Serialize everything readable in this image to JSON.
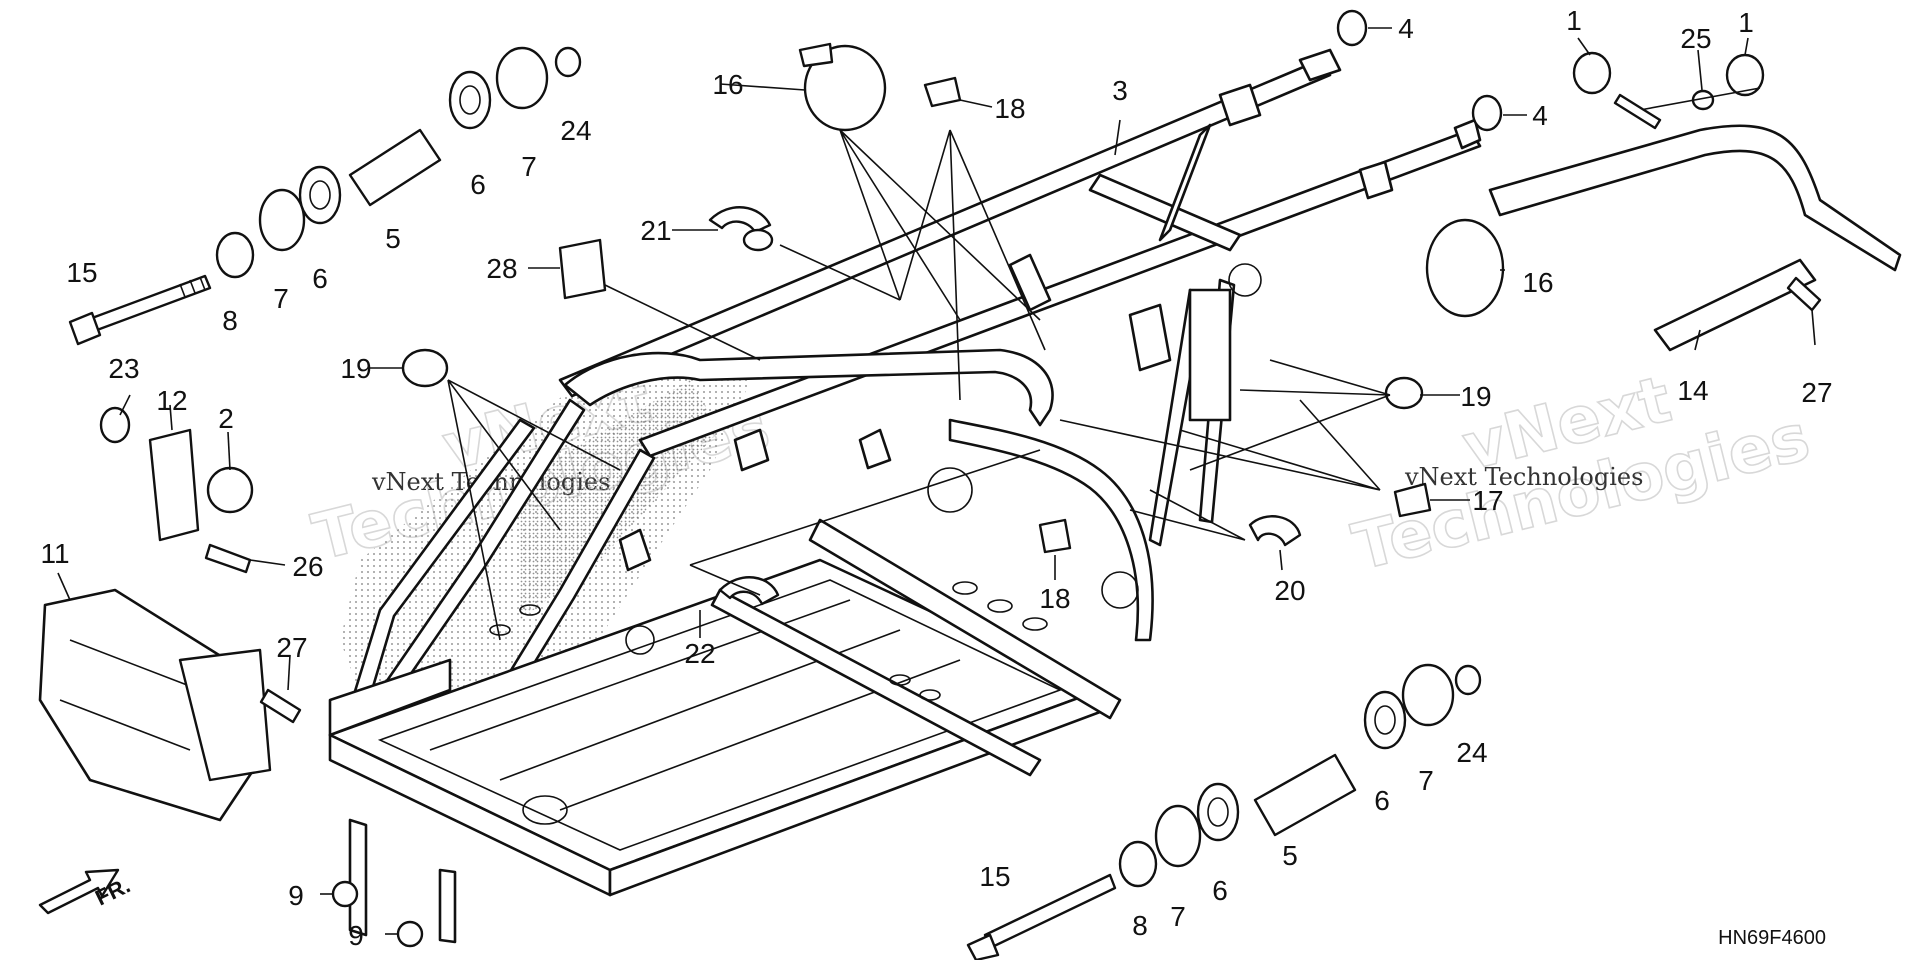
{
  "diagram_code": "HN69F4600",
  "direction_label": "FR.",
  "watermark": {
    "brand_top": "vNext",
    "brand_bottom": "Technologies",
    "line": "vNext Technologies"
  },
  "callouts": [
    {
      "id": "c1a",
      "text": "1"
    },
    {
      "id": "c1b",
      "text": "1"
    },
    {
      "id": "c2",
      "text": "2"
    },
    {
      "id": "c3",
      "text": "3"
    },
    {
      "id": "c4a",
      "text": "4"
    },
    {
      "id": "c4b",
      "text": "4"
    },
    {
      "id": "c5a",
      "text": "5"
    },
    {
      "id": "c5b",
      "text": "5"
    },
    {
      "id": "c6a",
      "text": "6"
    },
    {
      "id": "c6b",
      "text": "6"
    },
    {
      "id": "c6c",
      "text": "6"
    },
    {
      "id": "c6d",
      "text": "6"
    },
    {
      "id": "c7a",
      "text": "7"
    },
    {
      "id": "c7b",
      "text": "7"
    },
    {
      "id": "c7c",
      "text": "7"
    },
    {
      "id": "c7d",
      "text": "7"
    },
    {
      "id": "c8a",
      "text": "8"
    },
    {
      "id": "c8b",
      "text": "8"
    },
    {
      "id": "c9a",
      "text": "9"
    },
    {
      "id": "c9b",
      "text": "9"
    },
    {
      "id": "c11",
      "text": "11"
    },
    {
      "id": "c12",
      "text": "12"
    },
    {
      "id": "c14",
      "text": "14"
    },
    {
      "id": "c15a",
      "text": "15"
    },
    {
      "id": "c15b",
      "text": "15"
    },
    {
      "id": "c16a",
      "text": "16"
    },
    {
      "id": "c16b",
      "text": "16"
    },
    {
      "id": "c17",
      "text": "17"
    },
    {
      "id": "c18a",
      "text": "18"
    },
    {
      "id": "c18b",
      "text": "18"
    },
    {
      "id": "c19a",
      "text": "19"
    },
    {
      "id": "c19b",
      "text": "19"
    },
    {
      "id": "c20",
      "text": "20"
    },
    {
      "id": "c21",
      "text": "21"
    },
    {
      "id": "c22",
      "text": "22"
    },
    {
      "id": "c23",
      "text": "23"
    },
    {
      "id": "c24a",
      "text": "24"
    },
    {
      "id": "c24b",
      "text": "24"
    },
    {
      "id": "c25",
      "text": "25"
    },
    {
      "id": "c26",
      "text": "26"
    },
    {
      "id": "c27a",
      "text": "27"
    },
    {
      "id": "c27b",
      "text": "27"
    },
    {
      "id": "c28",
      "text": "28"
    }
  ]
}
